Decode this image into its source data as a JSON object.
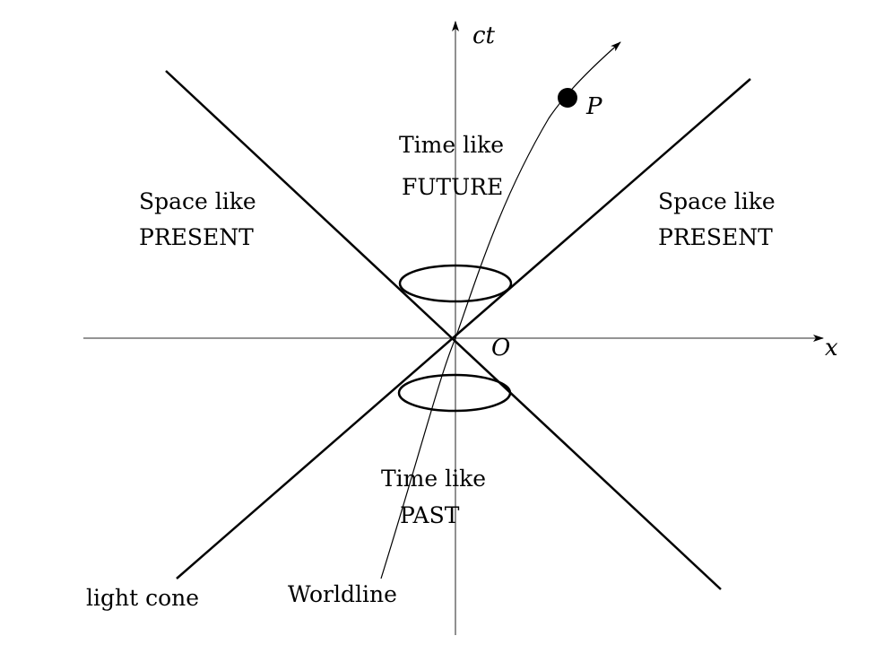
{
  "axes": {
    "time_label": "ct",
    "space_label": "x",
    "origin_label": "O"
  },
  "event_label": "P",
  "regions": {
    "future": {
      "line1": "Time like",
      "line2": "FUTURE"
    },
    "past": {
      "line1": "Time like",
      "line2": "PAST"
    },
    "left": {
      "line1": "Space like",
      "line2": "PRESENT"
    },
    "right": {
      "line1": "Space like",
      "line2": "PRESENT"
    }
  },
  "annotations": {
    "light_cone": "light cone",
    "worldline": "Worldline"
  },
  "colors": {
    "ink": "#000000",
    "axis": "#555555"
  }
}
